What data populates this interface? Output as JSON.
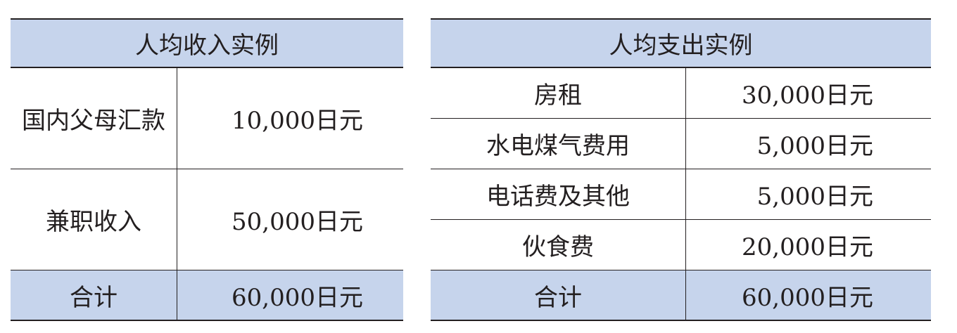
{
  "income": {
    "title": "人均收入实例",
    "rows": [
      {
        "label": "国内父母汇款",
        "value": "10,000日元"
      },
      {
        "label": "兼职收入",
        "value": "50,000日元"
      }
    ],
    "total": {
      "label": "合计",
      "value": "60,000日元"
    }
  },
  "expense": {
    "title": "人均支出实例",
    "rows": [
      {
        "label": "房租",
        "value": "30,000日元"
      },
      {
        "label": "水电煤气费用",
        "value": "5,000日元"
      },
      {
        "label": "电话费及其他",
        "value": "5,000日元"
      },
      {
        "label": "伙食费",
        "value": "20,000日元"
      }
    ],
    "total": {
      "label": "合计",
      "value": "60,000日元"
    }
  }
}
